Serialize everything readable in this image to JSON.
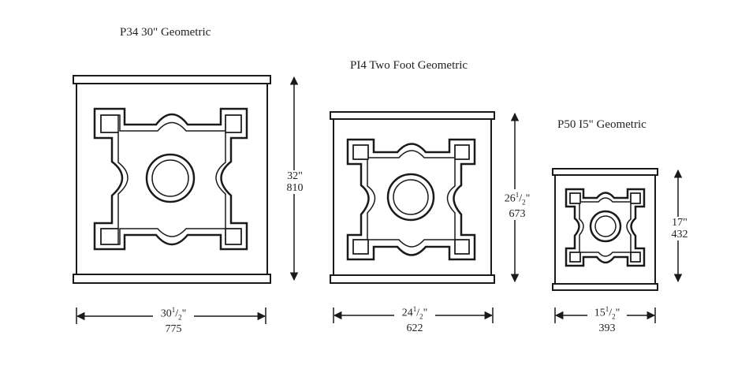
{
  "planters": [
    {
      "id": "p34",
      "title": "P34 30\" Geometric",
      "width_in_whole": "30",
      "width_in_frac_num": "1",
      "width_in_frac_den": "2",
      "width_mm": "775",
      "height_in": "32\"",
      "height_mm": "810"
    },
    {
      "id": "p14",
      "title": "PI4 Two Foot Geometric",
      "width_in_whole": "24",
      "width_in_frac_num": "1",
      "width_in_frac_den": "2",
      "width_mm": "622",
      "height_in_whole": "26",
      "height_in_frac_num": "1",
      "height_in_frac_den": "2",
      "height_mm": "673"
    },
    {
      "id": "p50",
      "title": "P50 I5\" Geometric",
      "width_in_whole": "15",
      "width_in_frac_num": "1",
      "width_in_frac_den": "2",
      "width_mm": "393",
      "height_in": "17\"",
      "height_mm": "432"
    }
  ],
  "colors": {
    "ink": "#1a1a1a",
    "background": "#ffffff"
  }
}
